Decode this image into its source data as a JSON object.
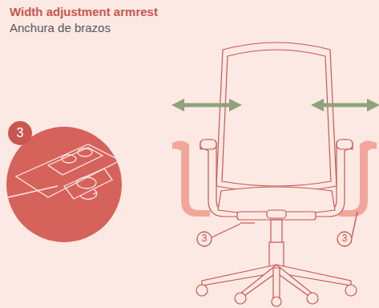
{
  "diagram": {
    "title": "Width adjustment armrest",
    "labels": [
      "Anchura de brazos",
      "3",
      "3",
      "3"
    ]
  }
}
